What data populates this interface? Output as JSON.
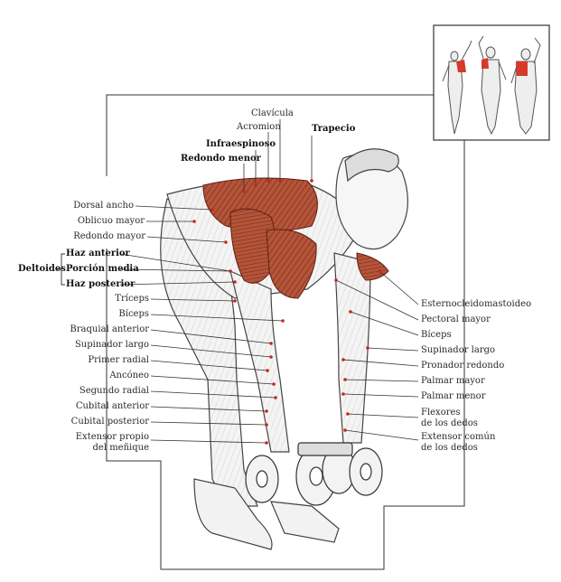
{
  "labels_top": {
    "clavicula": "Clavícula",
    "acromion": "Acromion",
    "trapecio": "Trapecio",
    "infraespinoso": "Infraespinoso",
    "redondo_menor": "Redondo menor"
  },
  "labels_left": {
    "dorsal_ancho": "Dorsal ancho",
    "oblicuo_mayor": "Oblicuo mayor",
    "redondo_mayor": "Redondo mayor",
    "deltoides": "Deltoides",
    "haz_anterior": "Haz anterior",
    "porcion_media": "Porción media",
    "haz_posterior": "Haz posterior",
    "triceps": "Tríceps",
    "biceps": "Bíceps",
    "braquial_anterior": "Braquial anterior",
    "supinador_largo": "Supinador largo",
    "primer_radial": "Primer radial",
    "anconeo": "Ancóneo",
    "segundo_radial": "Segundo radial",
    "cubital_anterior": "Cubital anterior",
    "cubital_posterior": "Cubital posterior",
    "extensor_menique_1": "Extensor propio",
    "extensor_menique_2": "del meñique"
  },
  "labels_right": {
    "esternocleidomastoideo": "Esternocleidomastoideo",
    "pectoral_mayor": "Pectoral mayor",
    "biceps": "Bíceps",
    "supinador_largo": "Supinador largo",
    "pronador_redondo": "Pronador redondo",
    "palmar_mayor": "Palmar mayor",
    "palmar_menor": "Palmar menor",
    "flexores_1": "Flexores",
    "flexores_2": "de los dedos",
    "extensor_comun_1": "Extensor común",
    "extensor_comun_2": "de los dedos"
  },
  "colors": {
    "muscle_highlight": "#b4553a",
    "muscle_dark": "#7d2b1c",
    "leader_dot": "#c0281c",
    "thumb_highlight": "#d63a2a",
    "line": "#333333"
  }
}
